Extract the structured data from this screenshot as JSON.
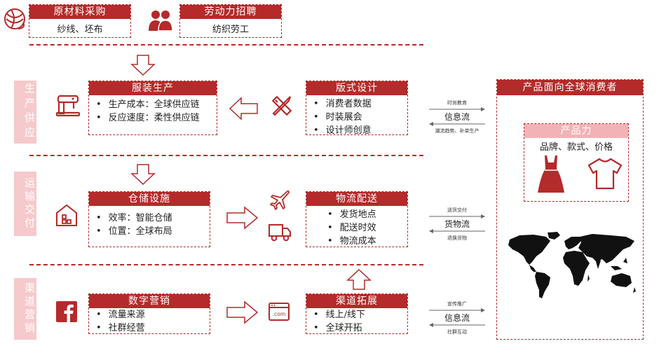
{
  "top": {
    "raw": {
      "title": "原材料采购",
      "body": "纱线、坯布"
    },
    "labor": {
      "title": "劳动力招聘",
      "body": "纺织劳工"
    }
  },
  "sides": {
    "production": "生产供应",
    "logistics": "运输交付",
    "channel": "渠道营销"
  },
  "production": {
    "title": "服装生产",
    "items": [
      "生产成本：全球供应链",
      "反应速度：柔性供应链"
    ]
  },
  "design": {
    "title": "版式设计",
    "items": [
      "消费者数据",
      "时装展会",
      "设计师创意"
    ]
  },
  "storage": {
    "title": "仓储设施",
    "items": [
      "效率：智能仓储",
      "位置：全球布局"
    ]
  },
  "logistics": {
    "title": "物流配送",
    "items": [
      "发货地点",
      "配送时效",
      "物流成本"
    ]
  },
  "marketing": {
    "title": "数字营销",
    "items": [
      "流量来源",
      "社群经营"
    ]
  },
  "channel": {
    "title": "渠道拓展",
    "items": [
      "线上/线下",
      "全球开拓"
    ]
  },
  "flows": [
    {
      "top": "时尚教育",
      "main": "信息流",
      "bottom": "潮流趋势、补单生产"
    },
    {
      "top": "送货交付",
      "main": "货物流",
      "bottom": "退换货物"
    },
    {
      "top": "宣传推广",
      "main": "信息流",
      "bottom": "社群互动"
    }
  ],
  "consumer": {
    "title": "产品面向全球消费者",
    "power_title": "产品力",
    "power_body": "品牌、款式、价格"
  },
  "icons": {
    "yarn": "yarn-ball-icon",
    "workers": "workers-icon",
    "sewing": "sewing-machine-icon",
    "design": "ruler-pencil-icon",
    "warehouse": "warehouse-icon",
    "plane": "airplane-icon",
    "truck": "truck-icon",
    "facebook": "facebook-icon",
    "web": "website-icon",
    "dress": "dress-icon",
    "tshirt": "tshirt-icon",
    "map": "world-map-icon"
  },
  "colors": {
    "accent": "#b52a2a",
    "side": "#f6c9cc"
  }
}
